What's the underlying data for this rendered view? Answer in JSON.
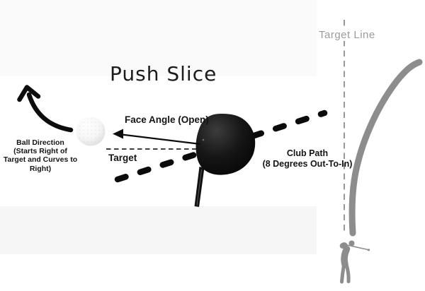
{
  "title": "Push Slice",
  "labels": {
    "target_line": "Target Line",
    "face_angle": "Face Angle (Open)",
    "target": "Target",
    "club_path": {
      "line1": "Club Path",
      "line2": "(8 Degrees Out-To-In)"
    },
    "ball_direction": {
      "line1": "Ball Direction",
      "line2": "(Starts Right of",
      "line3": "Target and Curves to",
      "line4": "Right)"
    }
  },
  "colors": {
    "ink_black": "#0d0d0d",
    "label_black": "#141414",
    "diagram_gray": "#8d8d8d",
    "target_line_text_gray": "#9b9b9b",
    "target_dash_gray": "#3f3f3f",
    "background": "#ffffff",
    "band_top": "#fafafa",
    "band_mid": "#f6f6f6"
  },
  "icons": {
    "golf-ball-icon": "white dimpled golf ball sphere",
    "driver-clubhead-icon": "black driver club head with shaft",
    "golfer-icon": "gray golfer silhouette in follow-through pose",
    "ball-direction-arrow": "thick black curved arrow bending up-left",
    "face-angle-arrow": "thin black straight arrow pointing left",
    "club-path-dashed-line": "thick black dashed diagonal line (out-to-in path)",
    "target-line-dashed": "gray vertical dashed target line",
    "target-direction-dashed": "thin dark dashed horizontal target direction line",
    "ball-flight-curve": "thick gray curved ball flight line slicing right"
  }
}
